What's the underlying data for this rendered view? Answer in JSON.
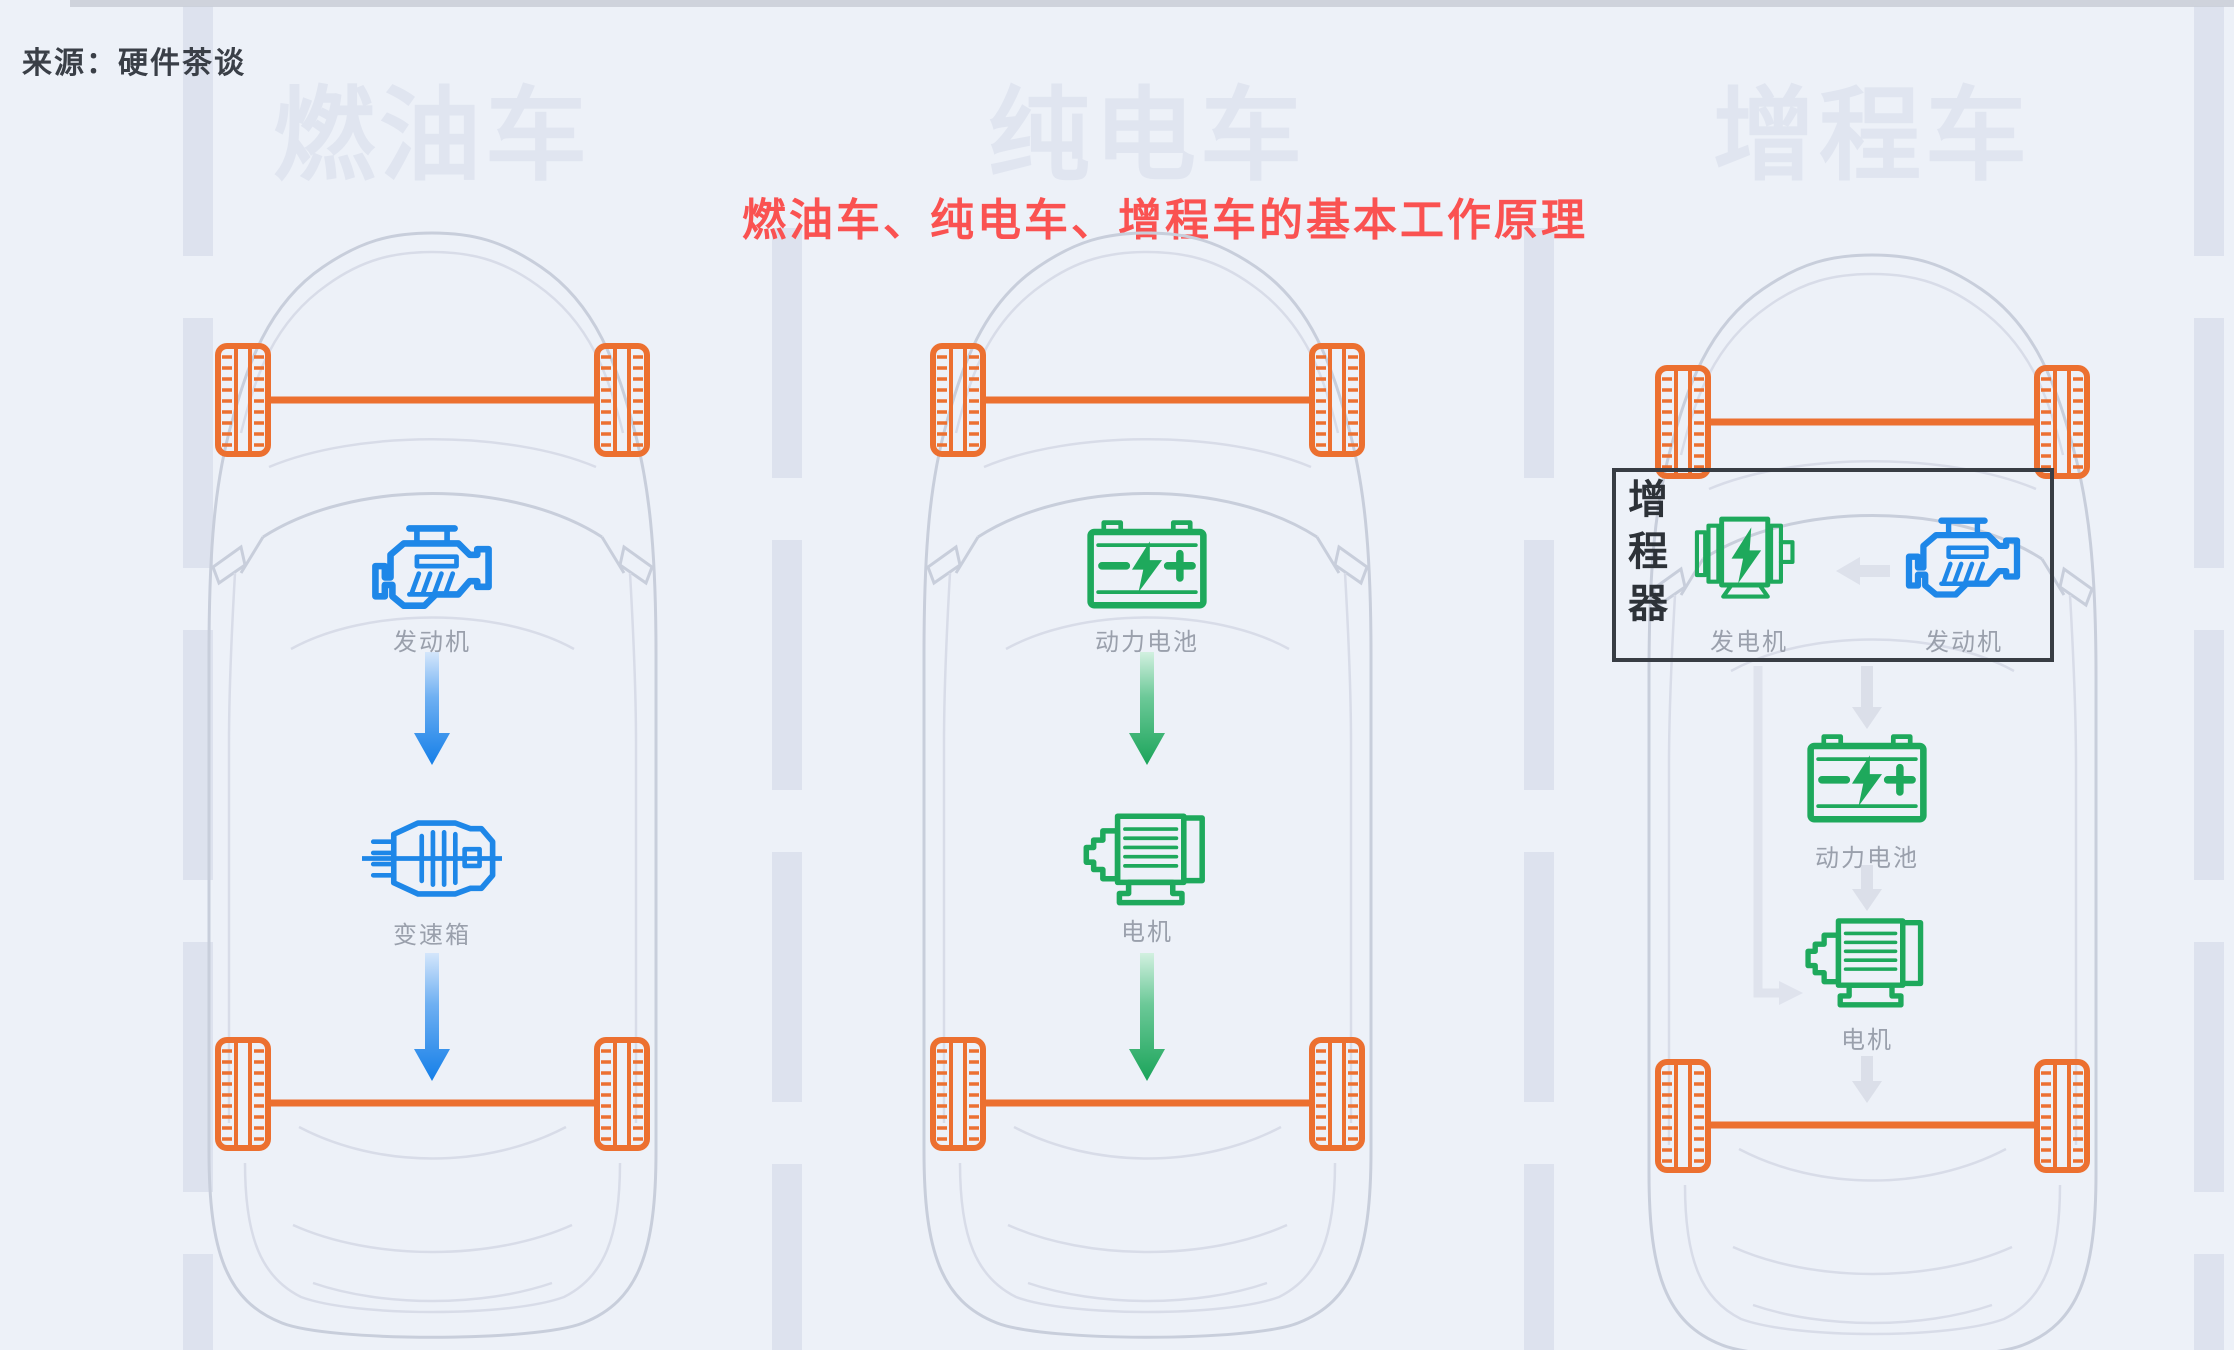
{
  "source_label": "来源：硬件茶谈",
  "title": "燃油车、纯电车、增程车的基本工作原理",
  "columns": [
    {
      "header": "燃油车",
      "flow": [
        {
          "icon": "engine-icon",
          "label": "发动机"
        },
        {
          "icon": "gearbox-icon",
          "label": "变速箱"
        }
      ]
    },
    {
      "header": "纯电车",
      "flow": [
        {
          "icon": "battery-icon",
          "label": "动力电池"
        },
        {
          "icon": "motor-icon",
          "label": "电机"
        }
      ]
    },
    {
      "header": "增程车",
      "range_extender": {
        "box_label": "增程器",
        "items": [
          {
            "icon": "generator-icon",
            "label": "发电机"
          },
          {
            "icon": "engine-icon",
            "label": "发动机"
          }
        ]
      },
      "flow": [
        {
          "icon": "battery-icon",
          "label": "动力电池"
        },
        {
          "icon": "motor-icon",
          "label": "电机"
        }
      ]
    }
  ],
  "colors": {
    "background": "#edf1f8",
    "lane_dash": "#dde2ee",
    "watermark_text": "#e0e5f0",
    "car_outline": "#c8cedb",
    "wheel_axle_orange": "#ec7030",
    "engine_blue": "#1e87e8",
    "energy_green": "#1ea95c",
    "flow_gray": "#dbdfe9",
    "title_red": "#fa5251",
    "component_label_gray": "#9aa0ac",
    "source_text": "#3a3f47",
    "range_extender_border": "#383d44"
  }
}
